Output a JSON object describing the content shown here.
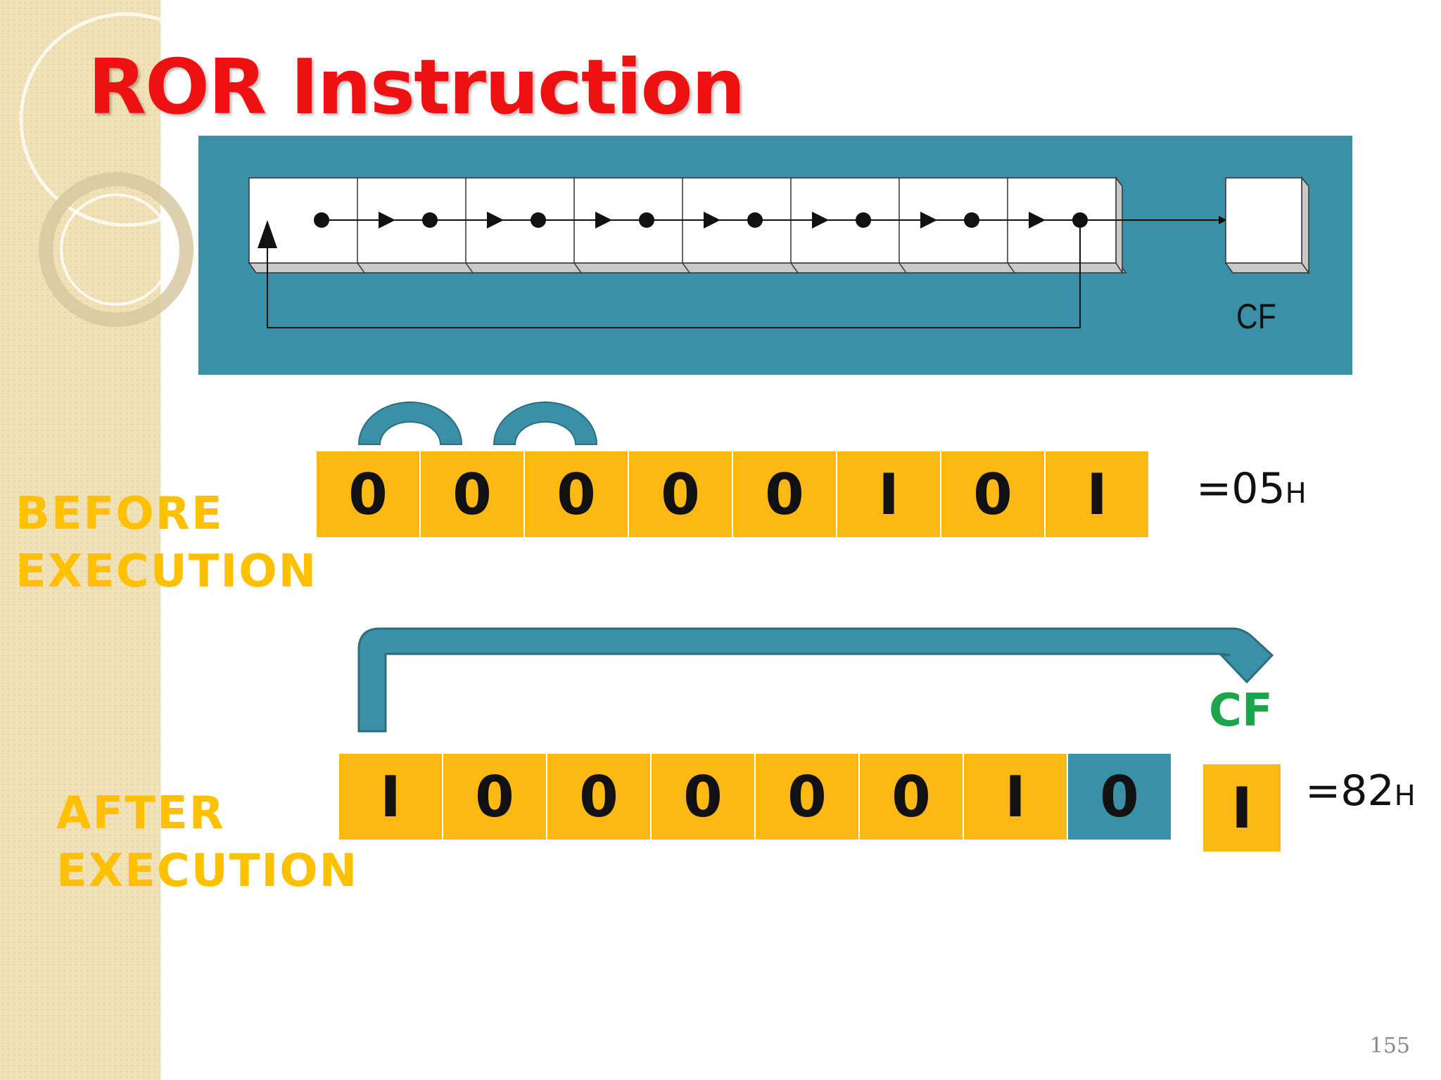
{
  "slide": {
    "title": "ROR Instruction",
    "page_number": "155"
  },
  "rotation_diagram": {
    "cf_label": "CF"
  },
  "before": {
    "label_line1": "BEFORE",
    "label_line2": "EXECUTION",
    "bits": [
      "0",
      "0",
      "0",
      "0",
      "0",
      "I",
      "0",
      "I"
    ],
    "hex_value": "=05",
    "hex_suffix": "H"
  },
  "after": {
    "label_line1": "AFTER",
    "label_line2": "EXECUTION",
    "bits": [
      "I",
      "0",
      "0",
      "0",
      "0",
      "0",
      "I",
      "0"
    ],
    "hex_value": "=82",
    "hex_suffix": "H",
    "cf_label": "CF",
    "cf_value": "I"
  },
  "colors": {
    "title": "#ee1111",
    "teal": "#3a90a7",
    "bit_fill": "#fdb813",
    "section_label": "#ffc000",
    "cf_label": "#1aa64a"
  }
}
